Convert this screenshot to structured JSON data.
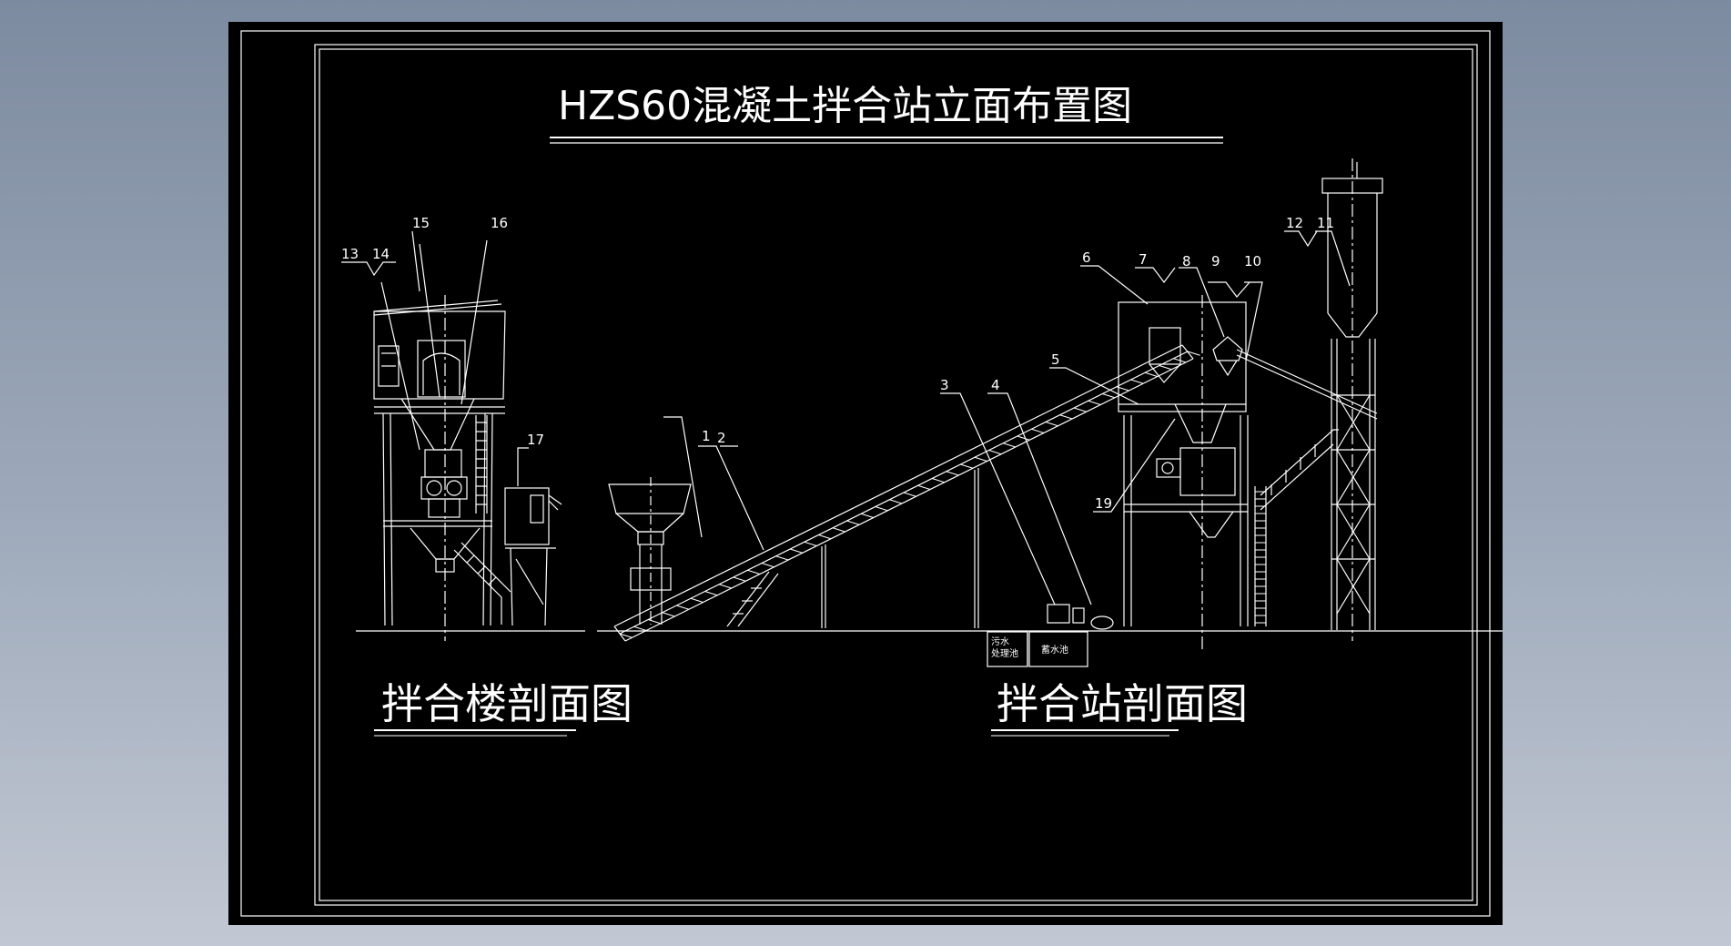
{
  "drawing": {
    "title": "HZS60混凝土拌合站立面布置图",
    "left_caption": "拌合楼剖面图",
    "right_caption": "拌合站剖面图",
    "tank_labels": {
      "sewage": "污水\n处理池",
      "storage": "蓄水池"
    },
    "callouts": [
      "1",
      "2",
      "3",
      "4",
      "5",
      "6",
      "7",
      "8",
      "9",
      "10",
      "11",
      "12",
      "13",
      "14",
      "15",
      "16",
      "17",
      "19"
    ]
  },
  "colors": {
    "background_gradient_top": "#7d8ba0",
    "sheet": "#000000",
    "linework": "#ffffff"
  }
}
